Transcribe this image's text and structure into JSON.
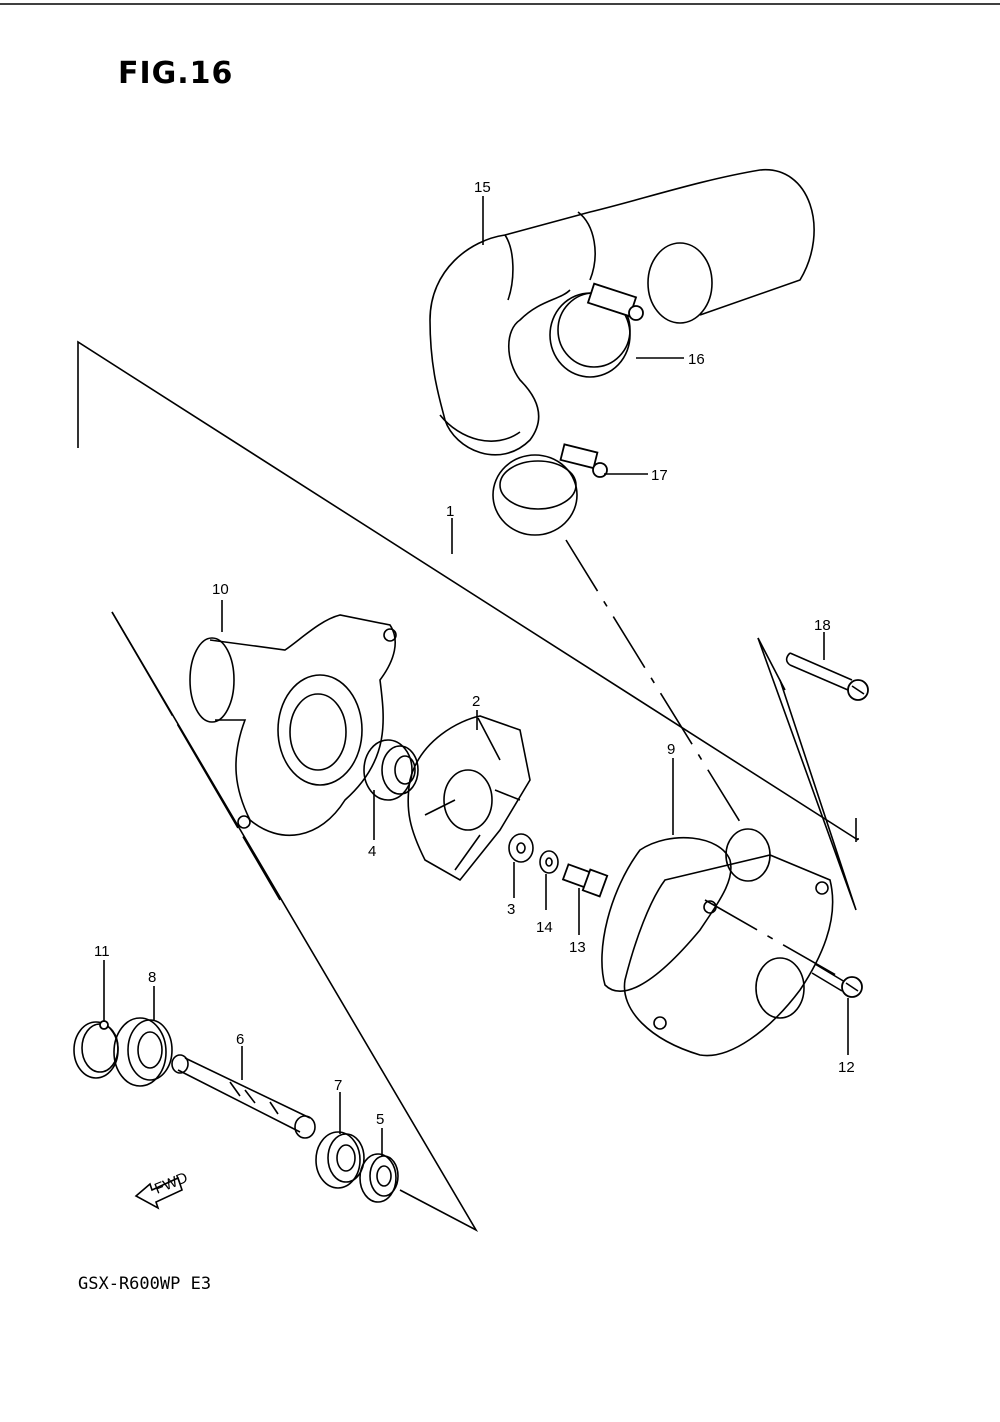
{
  "figure": {
    "title": "FIG.16",
    "model_code": "GSX-R600WP E3",
    "fwd_badge": "FWD"
  },
  "callouts": [
    "1",
    "2",
    "3",
    "4",
    "5",
    "6",
    "7",
    "8",
    "9",
    "10",
    "11",
    "12",
    "13",
    "14",
    "15",
    "16",
    "17",
    "18"
  ],
  "colors": {
    "ink": "#000000",
    "paper": "#ffffff"
  }
}
